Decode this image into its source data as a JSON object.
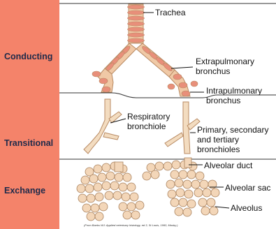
{
  "zones": [
    {
      "id": "conducting",
      "label": "Conducting"
    },
    {
      "id": "transitional",
      "label": "Transitional"
    },
    {
      "id": "exchange",
      "label": "Exchange"
    }
  ],
  "labels": {
    "trachea": "Trachea",
    "extrapulmonary": "Extrapulmonary\nbronchus",
    "intrapulmonary": "Intrapulmonary\nbronchus",
    "respiratory": "Respiratory\nbronchiole",
    "bronchioles": "Primary, secondary\nand tertiary\nbronchioles",
    "alveolar_duct": "Alveolar duct",
    "alveolar_sac": "Alveolar sac",
    "alveolus": "Alveolus"
  },
  "credit": "(From Banks WJ: Applied veterinary histology, ed 3, St Louis, 1993, Mosby.)",
  "colors": {
    "band": "#f4836a",
    "airway_fill": "#f0c9a6",
    "airway_stroke": "#b88a63",
    "ring": "#e88f7a",
    "alveoli_fill": "#f3d6b8",
    "alveoli_stroke": "#a8805c"
  }
}
